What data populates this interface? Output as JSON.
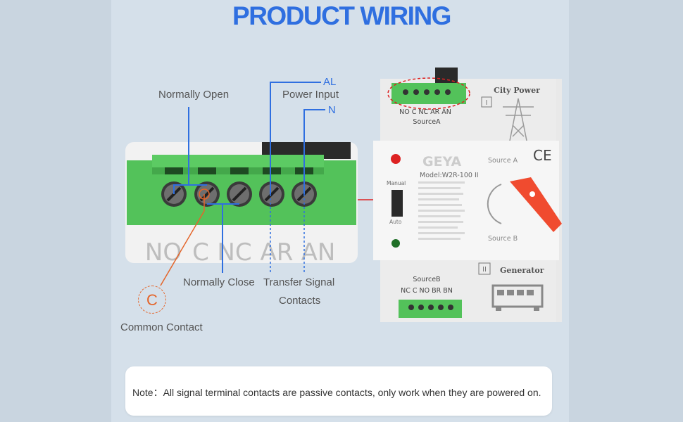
{
  "title": "PRODUCT WIRING",
  "zoom_labels": {
    "normally_open": "Normally Open",
    "al": "AL",
    "power_input": "Power Input",
    "n": "N",
    "normally_close": "Normally Close",
    "transfer_signal_1": "Transfer Signal",
    "transfer_signal_2": "Contacts",
    "c_badge": "C",
    "common_contact": "Common Contact",
    "terminal_print": [
      "NO",
      "C",
      "NC",
      "AR",
      "AN"
    ]
  },
  "device": {
    "top_terminals": "NO C NC AR AN",
    "top_source": "SourceA",
    "city_power": "City Power",
    "roman_1": "I",
    "brand": "GEYA",
    "model": "Model:W2R-100 II",
    "source_a": "Source A",
    "source_b": "Source B",
    "manual": "Manual",
    "auto": "Auto",
    "ce": "CE",
    "bottom_source": "SourceB",
    "bottom_terminals": "NC C NO BR BN",
    "roman_2": "II",
    "generator": "Generator"
  },
  "note": "Note：All signal terminal contacts are passive contacts, only work when they are powered on.",
  "colors": {
    "title_blue": "#2f6fe0",
    "terminal_green": "#53c25a",
    "accent_orange": "#e4652a",
    "handle_red": "#f04b2f"
  }
}
